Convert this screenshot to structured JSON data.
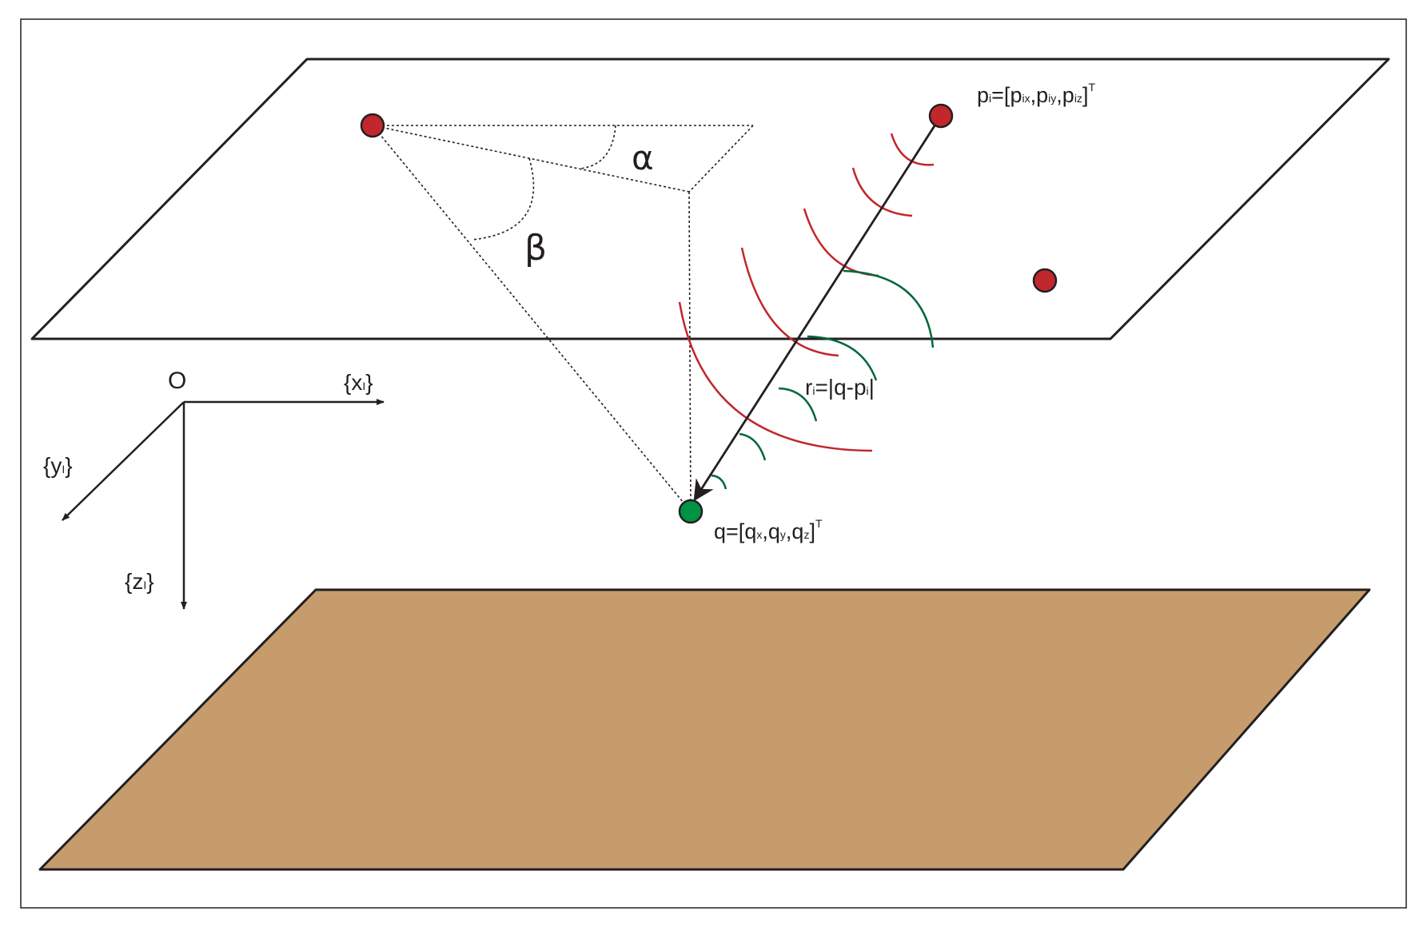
{
  "labels": {
    "alpha": "α",
    "beta": "β",
    "origin": "O",
    "x_axis": {
      "open": "{x",
      "sub": "I",
      "close": "}"
    },
    "y_axis": {
      "open": "{y",
      "sub": "I",
      "close": "}"
    },
    "z_axis": {
      "open": "{z",
      "sub": "I",
      "close": "}"
    },
    "p_i": {
      "p": "p",
      "p_sub": "i",
      "eq": "=[",
      "p1": "p",
      "p1_sub": "ix",
      "c1": ",",
      "p2": "p",
      "p2_sub": "iy",
      "c2": ",",
      "p3": "p",
      "p3_sub": "iz",
      "close": "]",
      "sup": "T"
    },
    "q": {
      "q": "q",
      "eq": "=[",
      "q1": "q",
      "q1_sub": "x",
      "c1": ",",
      "q2": "q",
      "q2_sub": "y",
      "c2": ",",
      "q3": "q",
      "q3_sub": "z",
      "close": "]",
      "sup": "T"
    },
    "r_i": {
      "r": "r",
      "r_sub": "i",
      "eq": "=|q-p",
      "p_sub": "i",
      "close": "|"
    }
  },
  "colors": {
    "beacon": "#c1272d",
    "receiver": "#009245",
    "wave_red": "#c1272d",
    "wave_green": "#006837",
    "ground": "#c69c6d",
    "line": "#231f20"
  }
}
